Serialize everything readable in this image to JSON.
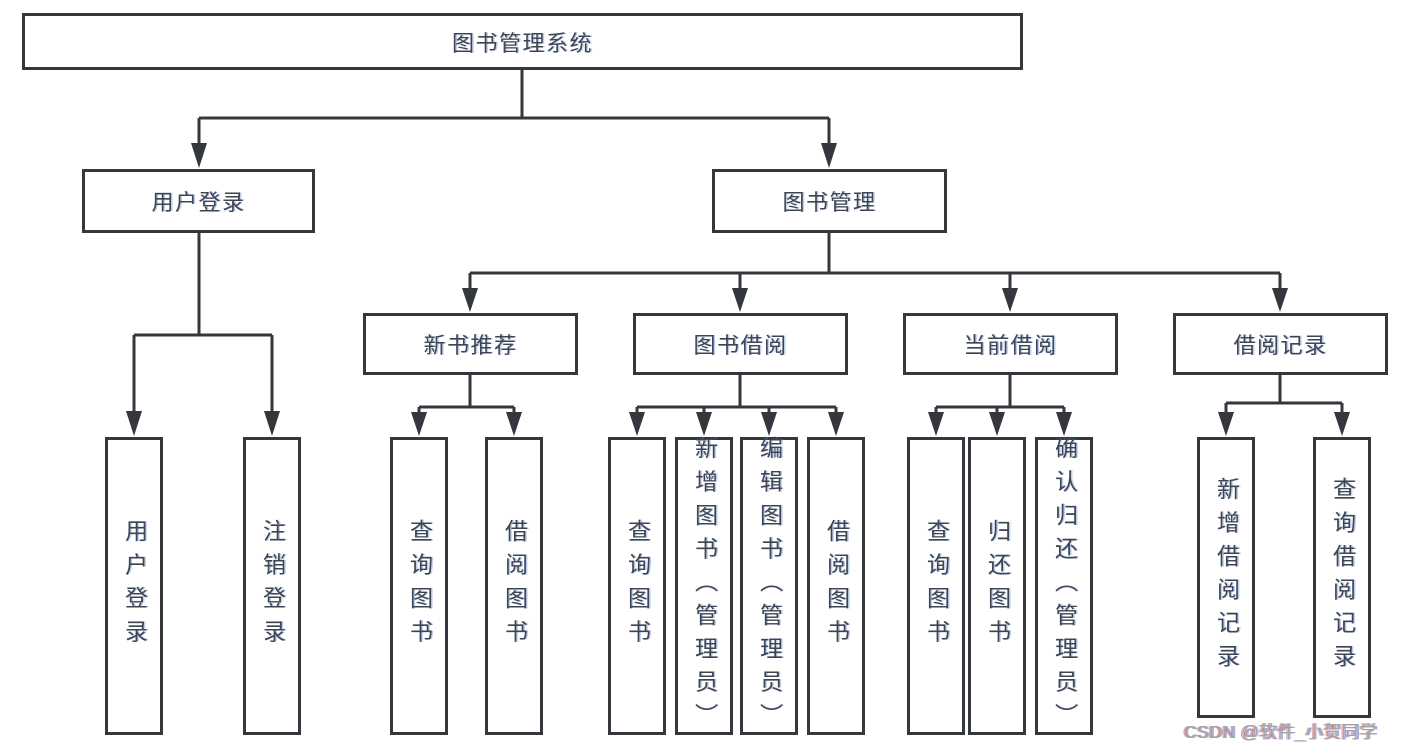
{
  "watermark": "CSDN @软件_小贺同学",
  "tree": {
    "root": "图书管理系统",
    "branches": [
      {
        "label": "用户登录",
        "children": [
          "用户登录",
          "注销登录"
        ]
      },
      {
        "label": "图书管理",
        "groups": [
          {
            "label": "新书推荐",
            "children": [
              "查询图书",
              "借阅图书"
            ]
          },
          {
            "label": "图书借阅",
            "children": [
              "查询图书",
              "新增图书（管理员）",
              "编辑图书（管理员）",
              "借阅图书"
            ]
          },
          {
            "label": "当前借阅",
            "children": [
              "查询图书",
              "归还图书",
              "确认归还（管理员）"
            ]
          },
          {
            "label": "借阅记录",
            "children": [
              "新增借阅记录",
              "查询借阅记录"
            ]
          }
        ]
      }
    ]
  },
  "colors": {
    "line": "#34373c",
    "text": "#3e4552",
    "watermark": "#a3a3a3",
    "background": "#ffffff"
  }
}
